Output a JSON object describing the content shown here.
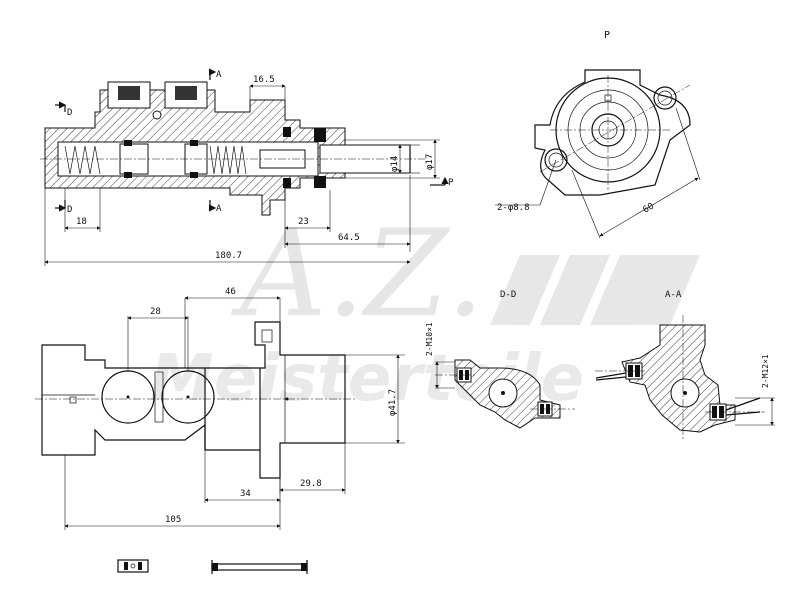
{
  "watermark": {
    "brand_text": "A.Z.",
    "sub_text": "Meisterteile",
    "color": "#c9c9c9"
  },
  "views": {
    "section_top": {
      "labels": {
        "a_top": "A",
        "a_bottom": "A",
        "d_top": "D",
        "d_bottom": "D",
        "p": "P"
      },
      "dims": {
        "d16_5": "16.5",
        "d18": "18",
        "d23": "23",
        "d64_5": "64.5",
        "d180_7": "180.7",
        "phi14": "φ14",
        "phi17": "φ17"
      }
    },
    "end_view_p": {
      "title": "P",
      "dims": {
        "bolt": "2-φ8.8",
        "d60": "60"
      }
    },
    "plan_view": {
      "dims": {
        "d46": "46",
        "d28": "28",
        "phi41_7": "φ41.7",
        "d29_8": "29.8",
        "d34": "34",
        "d105": "105"
      }
    },
    "section_dd": {
      "title": "D-D",
      "thread": "2-M10×1"
    },
    "section_aa": {
      "title": "A-A",
      "thread": "2-M12×1"
    }
  }
}
